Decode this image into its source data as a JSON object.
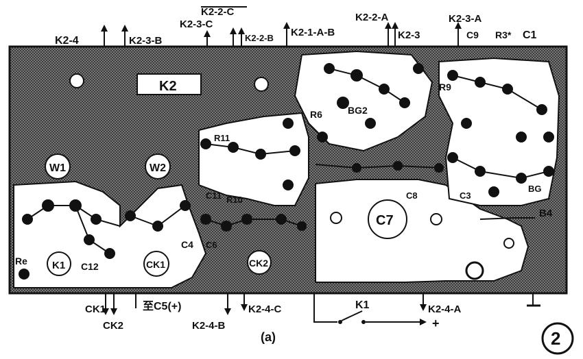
{
  "figure": {
    "sublabel": "(a)",
    "figure_number": "②"
  },
  "board_labels": {
    "K2": "K2",
    "W1": "W1",
    "W2": "W2",
    "K1": "K1",
    "CK1": "CK1",
    "CK2": "CK2",
    "C7": "C7",
    "R11": "R11",
    "R10": "R10",
    "C11": "C11",
    "C4": "C4",
    "C12": "C12",
    "R6": "R6",
    "BG2": "BG2",
    "R9": "R9",
    "C9": "C9",
    "R3": "R3*",
    "C1": "C1",
    "B4": "B4",
    "Re": "Re",
    "C6": "C6",
    "C8": "C8",
    "BG": "BG",
    "C3": "C3"
  },
  "top_labels": {
    "k24": "K2-4",
    "k23b": "K2-3-B",
    "k22c": "K2-2-C",
    "k23c": "K2-3-C",
    "k22b": "K2-2-B",
    "k21ab": "K2-1-A-B",
    "k22a": "K2-2-A",
    "k23": "K2-3",
    "k23a": "K2-3-A"
  },
  "bottom_labels": {
    "ck1": "CK1",
    "ck2": "CK2",
    "c5": "至C5(+)",
    "k24b": "K2-4-B",
    "k24c": "K2-4-C",
    "k1": "K1",
    "plus": "+",
    "k24a": "K2-4-A"
  }
}
